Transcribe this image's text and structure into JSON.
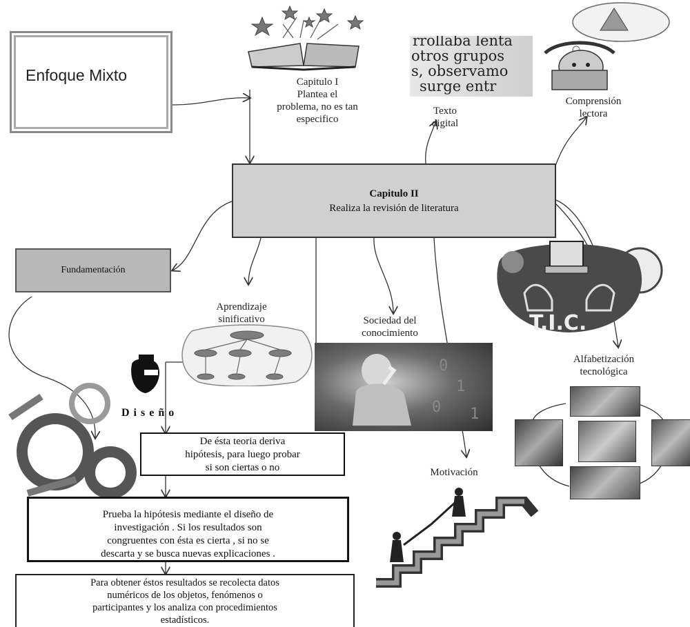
{
  "nodes": {
    "enfoque": "Enfoque Mixto",
    "capitulo1": [
      "Capitulo I",
      "Plantea el",
      "problema, no es tan",
      "especifico"
    ],
    "capitulo2_title": "Capitulo II",
    "capitulo2_sub": "Realiza la revisión de literatura",
    "fundamentacion": "Fundamentación",
    "texto_digital": [
      "Texto",
      "digital"
    ],
    "comprension": [
      "Comprensión",
      "lectora"
    ],
    "aprendizaje": [
      "Aprendizaje",
      "sinificativo"
    ],
    "sociedad": [
      "Sociedad del",
      "conocimiento"
    ],
    "alfabetizacion": [
      "Alfabetización",
      "tecnológica"
    ],
    "diseno": "D i s e ñ o",
    "teoria": [
      "De ésta teoria deriva",
      "hipótesis, para luego probar",
      "si son ciertas o no"
    ],
    "motivacion": "Motivación",
    "prueba": [
      "Prueba la hipótesis mediante el diseño de",
      "investigación . Si los resultados son",
      "congruentes con ésta es cierta , si no se",
      "descarta y se busca nuevas explicaciones ."
    ],
    "resultados": [
      "Para obtener éstos resultados se recolecta datos",
      "numéricos de los objetos, fenómenos o",
      "participantes y los analiza con procedimientos",
      "estadísticos."
    ]
  },
  "images": {
    "texto_fragment": [
      "rrollaba lenta",
      "otros grupos",
      "s, observamo",
      "surge entr"
    ],
    "tic_logo": "T.I.C."
  }
}
